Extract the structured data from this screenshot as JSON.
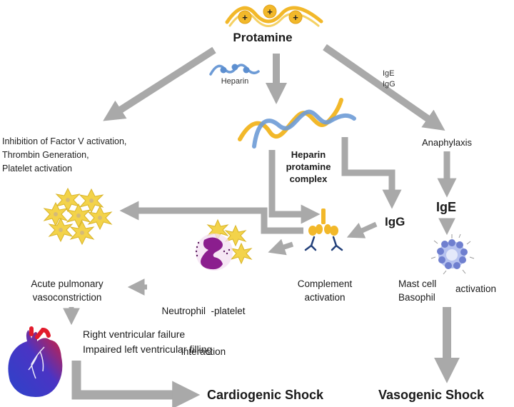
{
  "title": "Protamine adverse reaction pathways",
  "nodes": {
    "protamine": "Protamine",
    "heparin": "Heparin",
    "ige_igg_label": [
      "IgE",
      "IgG"
    ],
    "coag_effects": [
      "Inhibition of Factor V activation,",
      "Thrombin Generation,",
      "Platelet activation"
    ],
    "complex": [
      "Heparin",
      "protamine",
      "complex"
    ],
    "anaphylaxis": "Anaphylaxis",
    "igg": "IgG",
    "ige": "IgE",
    "complement": [
      "Complement",
      "activation"
    ],
    "neutrophil": [
      "Neutrophil  -platelet",
      "interaction"
    ],
    "pulmonary": [
      "Acute pulmonary",
      "vasoconstriction"
    ],
    "mast_cell": [
      "Mast cell",
      "Basophil"
    ],
    "mast_activation": "activation",
    "cardiac_effects": [
      "Right ventricular failure",
      "Impaired left ventricular filling"
    ],
    "cardiogenic": "Cardiogenic Shock",
    "vasogenic": "Vasogenic Shock"
  },
  "icons": {
    "protamine": "protamine-molecule-icon",
    "heparin": "heparin-molecule-icon",
    "complex": "heparin-protamine-helix-icon",
    "platelets": "platelet-cluster-icon",
    "neutrophil": "neutrophil-platelet-icon",
    "complement": "complement-antibody-icon",
    "mast_cell": "mast-cell-icon",
    "heart": "heart-icon"
  },
  "colors": {
    "arrow": "#a9a9a9",
    "protamine": "#f2b82a",
    "heparin": "#6d9bd6",
    "platelet": "#f3d34a",
    "neutrophil": "#8b1e8e",
    "mast_cell": "#6f7fcf",
    "heart_blue": "#2c43c9",
    "heart_red": "#e21b2c",
    "antibody": "#23407a"
  }
}
